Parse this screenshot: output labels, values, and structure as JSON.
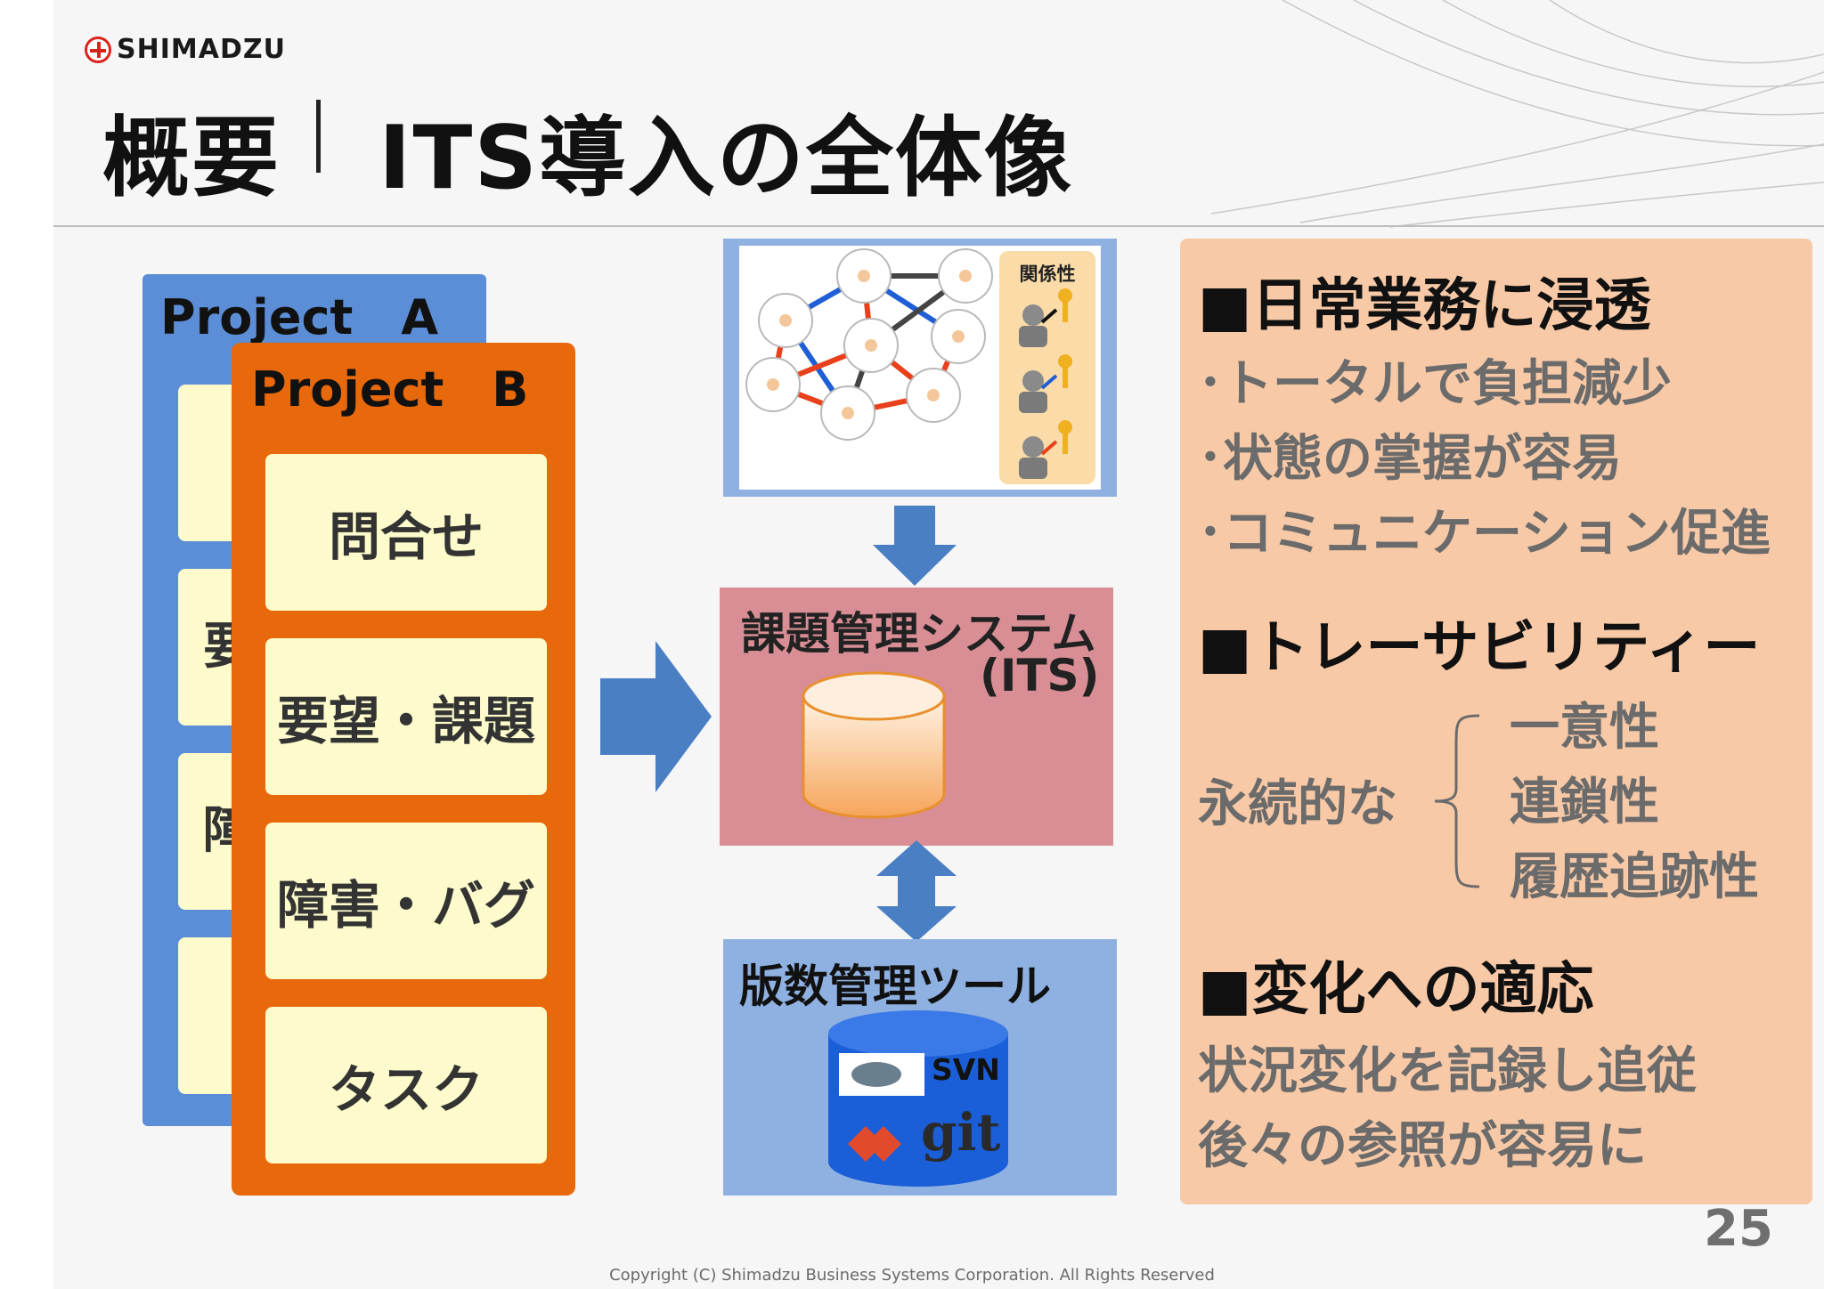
{
  "header": {
    "logo_text": "SHIMADZU",
    "title_left": "概要",
    "title_right": "ITS導入の全体像"
  },
  "left": {
    "project_a": {
      "title": "Project　A",
      "cards": [
        "",
        "要",
        "障",
        ""
      ]
    },
    "project_b": {
      "title": "Project　B",
      "cards": [
        "問合せ",
        "要望・課題",
        "障害・バグ",
        "タスク"
      ]
    }
  },
  "center": {
    "relation_label": "関係性",
    "its_title": "課題管理システム",
    "its_subtitle": "(ITS)",
    "version_title": "版数管理ツール",
    "svn_label": "SVN",
    "git_label": "git"
  },
  "right": {
    "section1": {
      "heading": "■日常業務に浸透",
      "bullets": [
        "･トータルで負担減少",
        "･状態の掌握が容易",
        "･コミュニケーション促進"
      ]
    },
    "section2": {
      "heading": "■トレーサビリティー",
      "lead": "永続的な",
      "items": [
        "一意性",
        "連鎖性",
        "履歴追跡性"
      ]
    },
    "section3": {
      "heading": "■変化への適応",
      "lines": [
        "状況変化を記録し追従",
        "後々の参照が容易に"
      ]
    }
  },
  "footer": {
    "page_number": "25",
    "copyright": "Copyright (C) Shimadzu Business Systems Corporation. All Rights Reserved"
  },
  "colors": {
    "project_a": "#5b8ed6",
    "project_b": "#e8680c",
    "card": "#fdfbcb",
    "its_box": "#d88e94",
    "version_box": "#8fb1e2",
    "right_panel": "#f8c9a6",
    "arrow": "#4a7fc4"
  }
}
